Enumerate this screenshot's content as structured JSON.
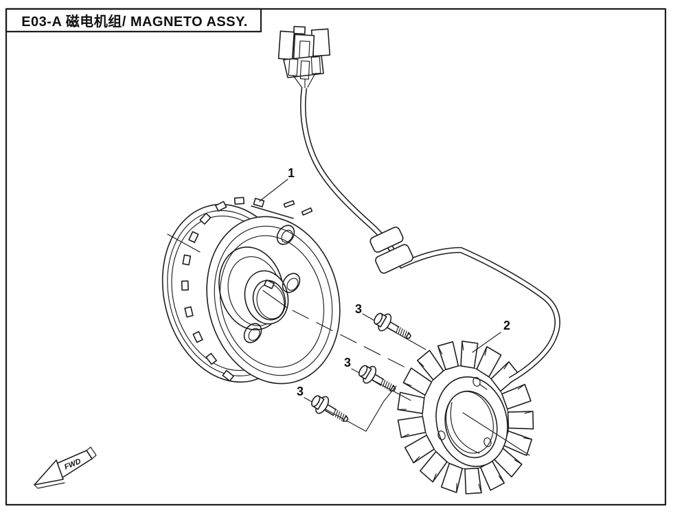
{
  "page": {
    "background": "#ffffff",
    "line_color": "#1d1d1d"
  },
  "title": {
    "label": "E03-A 磁电机组/ MAGNETO ASSY."
  },
  "callouts": {
    "flywheel": "1",
    "stator": "2",
    "bolt_a": "3",
    "bolt_b": "3",
    "bolt_c": "3"
  },
  "direction_indicator": {
    "label": "FWD"
  }
}
